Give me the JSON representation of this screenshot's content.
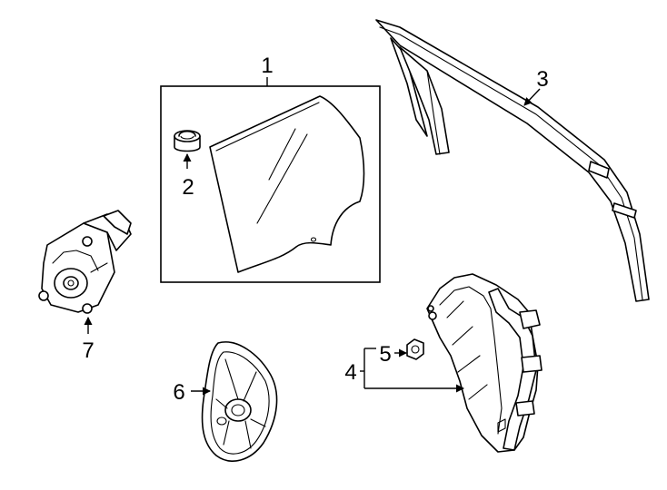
{
  "callouts": {
    "c1": "1",
    "c2": "2",
    "c3": "3",
    "c4": "4",
    "c5": "5",
    "c6": "6",
    "c7": "7"
  },
  "parts": {
    "p1": "door-glass",
    "p2": "glass-bushing",
    "p3": "glass-run-channel",
    "p4": "window-regulator",
    "p5": "regulator-nut",
    "p6": "regulator-cover",
    "p7": "window-motor"
  }
}
